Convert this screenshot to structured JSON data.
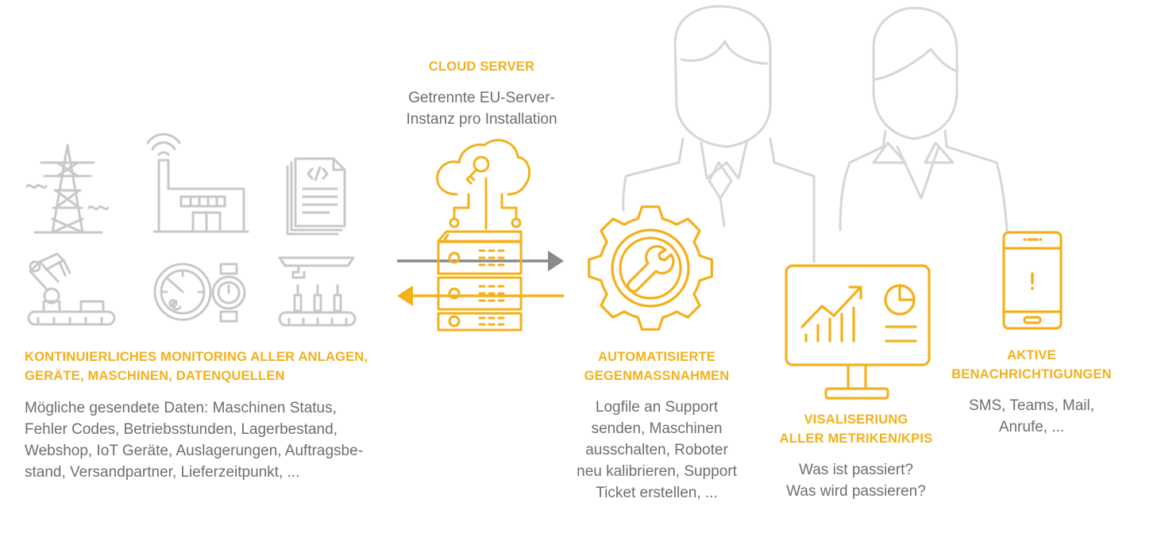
{
  "colors": {
    "accent": "#F4B01B",
    "gray_icon": "#c8c8c8",
    "text_gray": "#6e6e6e",
    "arrow_gray": "#8a8a8a"
  },
  "cloud": {
    "title": "CLOUD SERVER",
    "desc": [
      "Getrennte EU-Server-",
      "Instanz pro Installation"
    ]
  },
  "monitoring": {
    "title": [
      "KONTINUIERLICHES MONITORING ALLER ANLAGEN,",
      "GERÄTE, MASCHINEN, DATENQUELLEN"
    ],
    "desc": [
      "Mögliche gesendete Daten: Maschinen Status,",
      "Fehler Codes, Betriebsstunden, Lagerbestand,",
      "Webshop, IoT Geräte, Auslagerungen, Auftragsbe-",
      "stand, Versandpartner, Lieferzeitpunkt, ..."
    ]
  },
  "measures": {
    "title": [
      "AUTOMATISIERTE",
      "GEGENMASSNAHMEN"
    ],
    "desc": [
      "Logfile an Support",
      "senden, Maschinen",
      "ausschalten, Roboter",
      "neu kalibrieren, Support",
      "Ticket erstellen, ..."
    ]
  },
  "visual": {
    "title": [
      "VISALISERIUNG",
      "ALLER METRIKEN/KPIS"
    ],
    "desc": [
      "Was ist passiert?",
      "Was wird passieren?"
    ]
  },
  "notify": {
    "title": [
      "AKTIVE",
      "BENACHRICHTIGUNGEN"
    ],
    "desc": [
      "SMS, Teams, Mail,",
      "Anrufe, ..."
    ]
  },
  "icons": {
    "sources": [
      "power-tower-icon",
      "factory-icon",
      "code-document-icon",
      "robot-arm-icon",
      "gauge-watch-icon",
      "bottling-line-icon"
    ],
    "cloud_key": "cloud-key-icon",
    "server": "server-rack-icon",
    "gear": "gear-wrench-icon",
    "monitor": "dashboard-monitor-icon",
    "phone": "smartphone-alert-icon",
    "people": "people-silhouette-icon"
  }
}
